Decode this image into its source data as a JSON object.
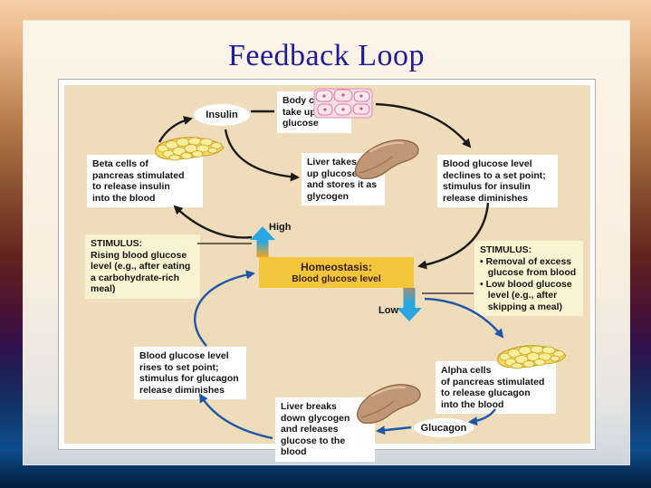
{
  "title": "Feedback Loop",
  "diagram": {
    "hormone_top": "Insulin",
    "hormone_bottom": "Glucagon",
    "high_label": "High",
    "low_label": "Low",
    "homeostasis": {
      "title": "Homeostasis:",
      "subtitle": "Blood glucose level"
    },
    "boxes": {
      "body_cells": "Body cells\ntake up more\nglucose",
      "beta_cells": "Beta cells of\npancreas stimulated\nto release insulin\ninto the blood",
      "liver_takes": "Liver takes\nup glucose\nand stores it as\nglycogen",
      "glucose_declines": "Blood glucose level\ndeclines to a set point;\nstimulus for insulin\nrelease diminishes",
      "stimulus_left": "STIMULUS:\nRising blood glucose\nlevel (e.g., after eating\na carbohydrate-rich\nmeal)",
      "stimulus_right": "STIMULUS:\n• Removal of excess\n   glucose from blood\n• Low blood glucose\n   level (e.g., after\n   skipping a meal)",
      "glucose_rises": "Blood glucose level\nrises to set point;\nstimulus for glucagon\nrelease diminishes",
      "liver_breaks": "Liver breaks\ndown glycogen\nand releases\nglucose to the blood",
      "alpha_cells": "Alpha cells\nof pancreas stimulated\nto release glucagon\ninto the blood"
    },
    "colors": {
      "title_color": "#1d1d96",
      "panel_bg": "#eedcba",
      "homeostasis_bg": "#f2c53a",
      "stimulus_bg": "#faf3d2",
      "insulin_loop_arrow": "#1a1a1a",
      "glucagon_loop_arrow": "#1e56a8",
      "level_arrow": "#2aa7e0"
    }
  }
}
